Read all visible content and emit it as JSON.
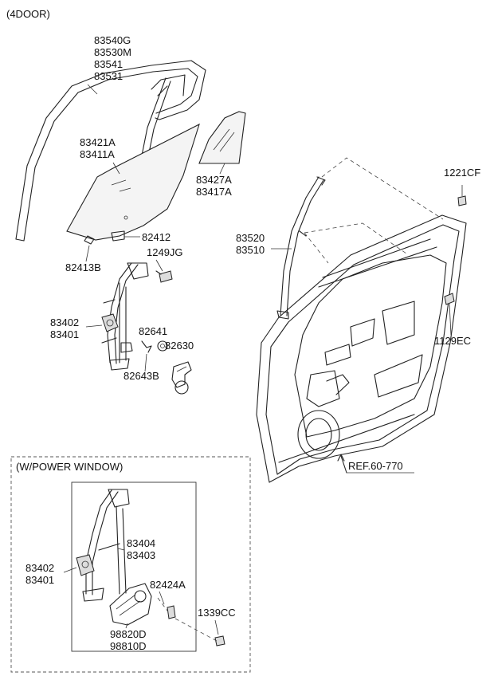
{
  "header": {
    "variant": "(4DOOR)"
  },
  "parts": {
    "run_channel": [
      "83540G",
      "83530M",
      "83541",
      "83531"
    ],
    "door_glass": [
      "83421A",
      "83411A"
    ],
    "quarter_glass": [
      "83427A",
      "83417A"
    ],
    "bolt_top_right": "1221CF",
    "channel_rear": [
      "83520",
      "83510"
    ],
    "bolt_right": "1129EC",
    "glass_clip": "82412",
    "clip_left": "82413B",
    "bolt_regulator": "1249JG",
    "regulator_manual": [
      "83402",
      "83401"
    ],
    "grommet": "82641",
    "handle": "82630",
    "spring_clip": "82643B",
    "reference": "REF.60-770"
  },
  "power_window": {
    "title": "(W/POWER WINDOW)",
    "regulator": [
      "83402",
      "83401"
    ],
    "regulator_assy": [
      "83404",
      "83403"
    ],
    "motor_bolt": "82424A",
    "screw": "1339CC",
    "motor": [
      "98820D",
      "98810D"
    ]
  }
}
